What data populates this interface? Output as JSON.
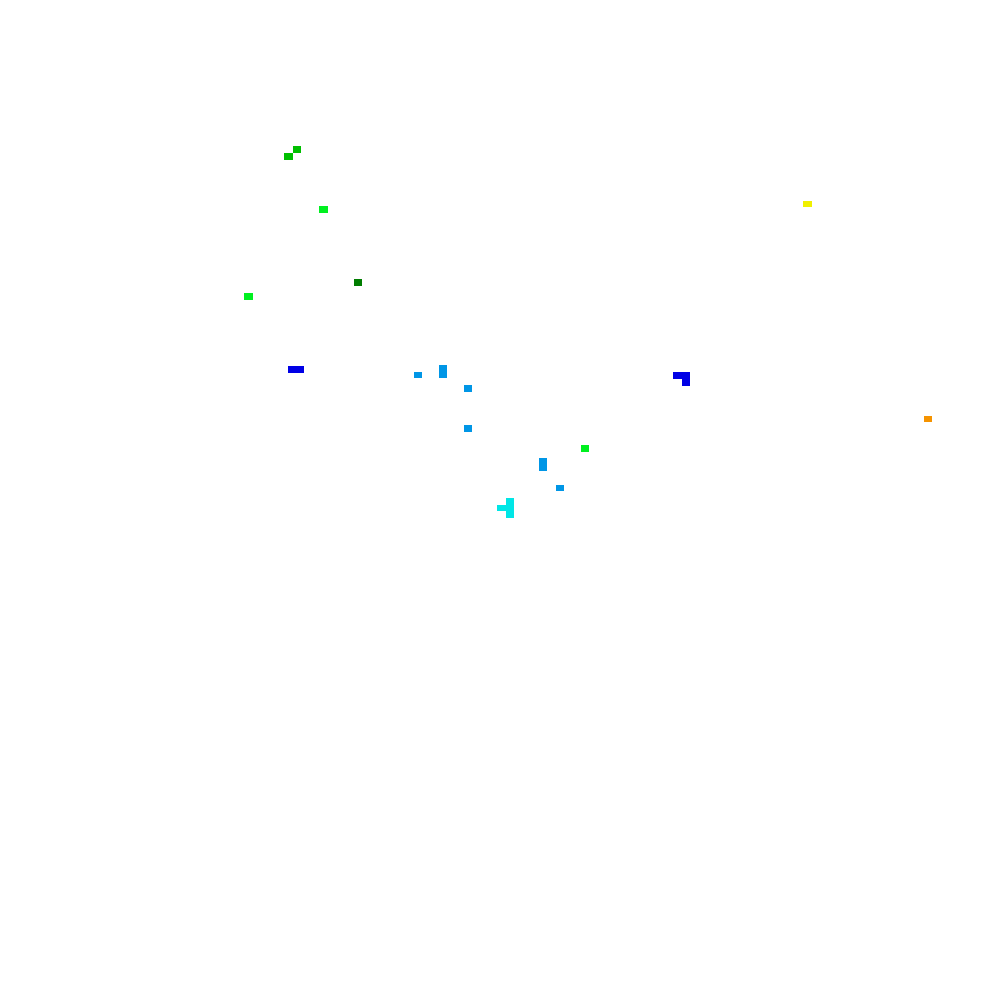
{
  "palette": {
    "dark_green": "#007d00",
    "green": "#00bf00",
    "bright_green": "#00f020",
    "yellow": "#f0f000",
    "orange": "#f59300",
    "light_blue": "#0096e6",
    "cyan": "#00e6e6",
    "blue": "#0000e6"
  },
  "blobs": [
    {
      "name": "green-blob-1",
      "color": "green"
    },
    {
      "name": "green-blob-2",
      "color": "green"
    },
    {
      "name": "bright-green-blob-1",
      "color": "bright_green"
    },
    {
      "name": "yellow-blob",
      "color": "yellow"
    },
    {
      "name": "dark-green-blob",
      "color": "dark_green"
    },
    {
      "name": "bright-green-blob-2",
      "color": "bright_green"
    },
    {
      "name": "blue-blob-1",
      "color": "blue"
    },
    {
      "name": "light-blue-blob-1",
      "color": "light_blue"
    },
    {
      "name": "light-blue-blob-2",
      "color": "light_blue"
    },
    {
      "name": "light-blue-blob-3",
      "color": "light_blue"
    },
    {
      "name": "blue-blob-2",
      "color": "blue"
    },
    {
      "name": "orange-blob",
      "color": "orange"
    },
    {
      "name": "light-blue-blob-4",
      "color": "light_blue"
    },
    {
      "name": "bright-green-blob-3",
      "color": "bright_green"
    },
    {
      "name": "light-blue-blob-5",
      "color": "light_blue"
    },
    {
      "name": "light-blue-blob-6",
      "color": "light_blue"
    },
    {
      "name": "cyan-blob",
      "color": "cyan"
    }
  ]
}
